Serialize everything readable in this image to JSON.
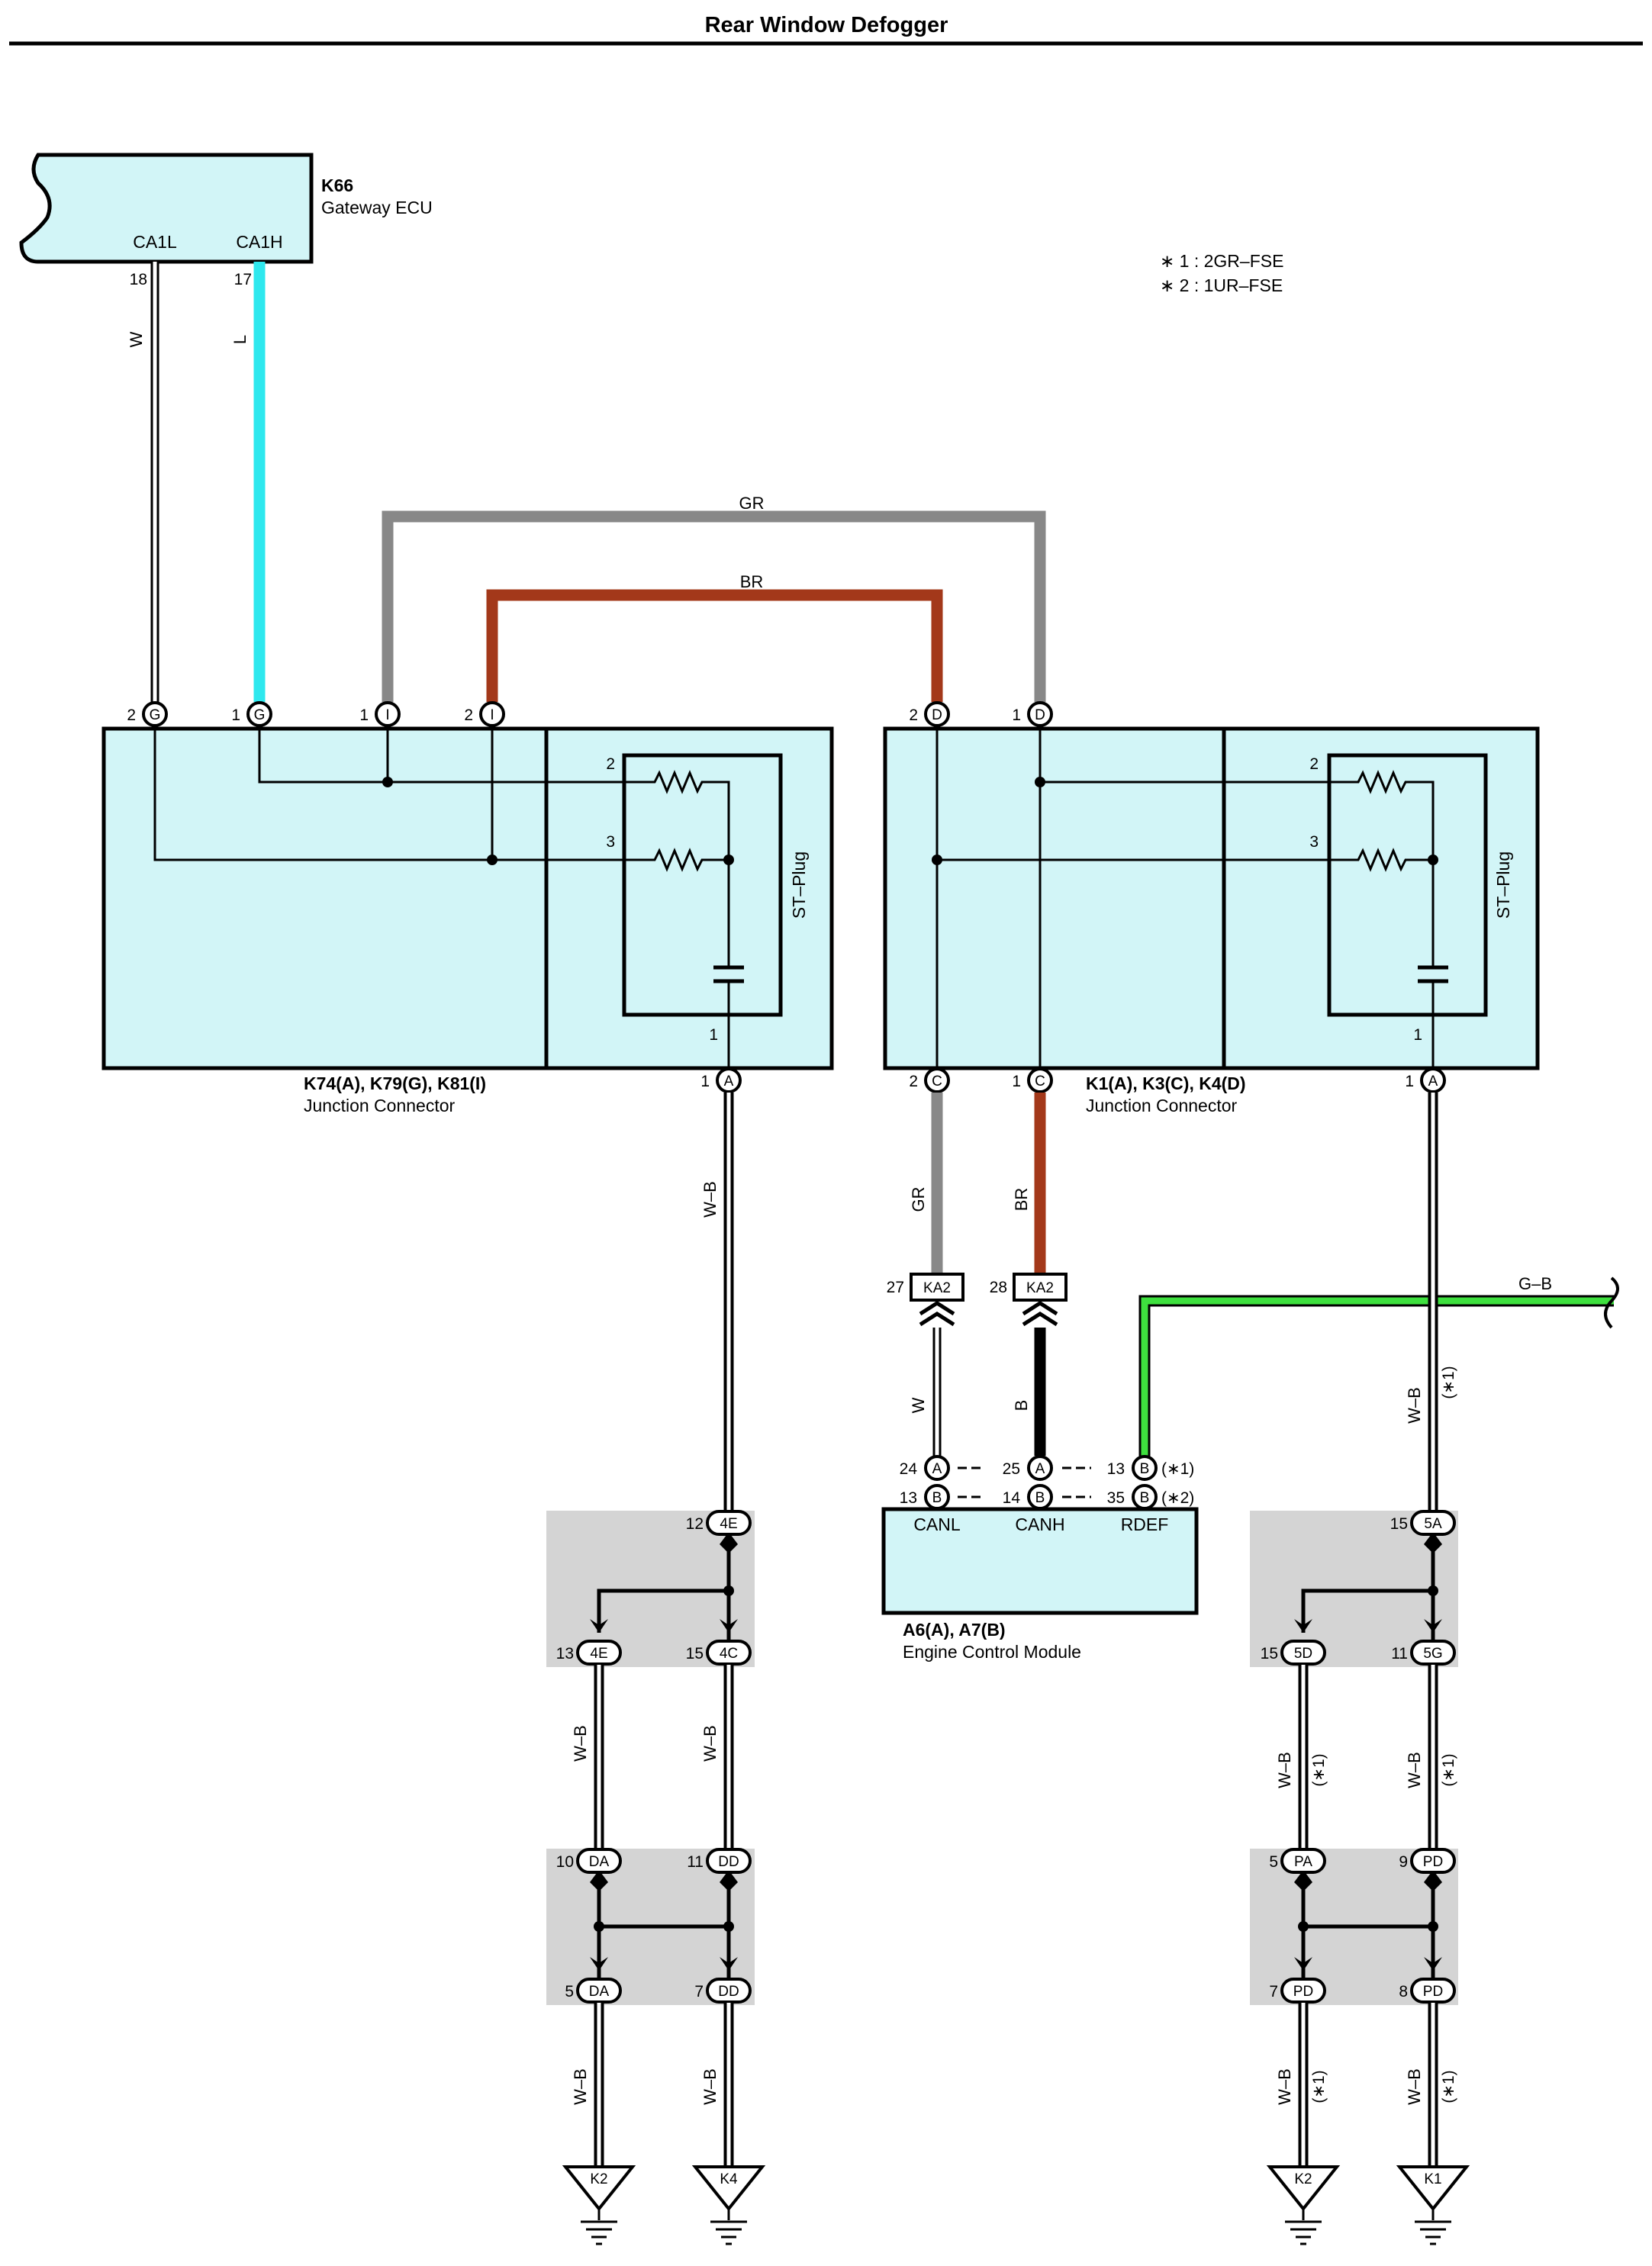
{
  "title": "Rear Window Defogger",
  "colors": {
    "box_fill": "#d2f5f7",
    "splice_fill": "#d4d4d4",
    "wire_L": "#2ee8ee",
    "wire_GR": "#888888",
    "wire_BR": "#a3381a",
    "wire_GB": "#3ee03e",
    "ink": "#000000"
  },
  "notes": [
    "∗ 1 : 2GR–FSE",
    "∗ 2 : 1UR–FSE"
  ],
  "gateway": {
    "code": "K66",
    "name": "Gateway ECU",
    "term1": "CA1L",
    "term2": "CA1H",
    "pin1": "18",
    "pin2": "17",
    "wire1": "W",
    "wire2": "L"
  },
  "top_wires": {
    "gr": "GR",
    "br": "BR"
  },
  "jc_left": {
    "code": "K74(A), K79(G), K81(I)",
    "name": "Junction Connector",
    "stplug": "ST–Plug",
    "pins_top": [
      {
        "num": "2",
        "conn": "G"
      },
      {
        "num": "1",
        "conn": "G"
      },
      {
        "num": "1",
        "conn": "I"
      },
      {
        "num": "2",
        "conn": "I"
      }
    ],
    "inner": [
      "2",
      "3",
      "1"
    ],
    "out": {
      "num": "1",
      "conn": "A"
    }
  },
  "jc_right": {
    "code": "K1(A), K3(C), K4(D)",
    "name": "Junction Connector",
    "stplug": "ST–Plug",
    "pins_top": [
      {
        "num": "2",
        "conn": "D"
      },
      {
        "num": "1",
        "conn": "D"
      }
    ],
    "inner": [
      "2",
      "3",
      "1"
    ],
    "pins_bottom": [
      {
        "num": "2",
        "conn": "C"
      },
      {
        "num": "1",
        "conn": "C"
      },
      {
        "num": "1",
        "conn": "A"
      }
    ]
  },
  "wires": {
    "wb": "W–B",
    "gr": "GR",
    "br": "BR",
    "w": "W",
    "b": "B",
    "gb": "G–B",
    "note1": "(∗1)"
  },
  "ka2": [
    {
      "num": "27",
      "conn": "KA2"
    },
    {
      "num": "28",
      "conn": "KA2"
    }
  ],
  "ecm": {
    "code": "A6(A), A7(B)",
    "name": "Engine Control Module",
    "terms": [
      "CANL",
      "CANH",
      "RDEF"
    ],
    "row1": [
      {
        "num": "24",
        "conn": "A"
      },
      {
        "num": "25",
        "conn": "A"
      },
      {
        "num": "13",
        "conn": "B"
      }
    ],
    "row2": [
      {
        "num": "13",
        "conn": "B"
      },
      {
        "num": "14",
        "conn": "B"
      },
      {
        "num": "35",
        "conn": "B"
      }
    ],
    "note1": "(∗1)",
    "note2": "(∗2)"
  },
  "splices": {
    "l1": [
      {
        "num": "12",
        "conn": "4E"
      },
      {
        "num": "13",
        "conn": "4E"
      },
      {
        "num": "15",
        "conn": "4C"
      }
    ],
    "l2": [
      {
        "num": "10",
        "conn": "DA"
      },
      {
        "num": "11",
        "conn": "DD"
      },
      {
        "num": "5",
        "conn": "DA"
      },
      {
        "num": "7",
        "conn": "DD"
      }
    ],
    "r1": [
      {
        "num": "15",
        "conn": "5A"
      },
      {
        "num": "15",
        "conn": "5D"
      },
      {
        "num": "11",
        "conn": "5G"
      }
    ],
    "r2": [
      {
        "num": "5",
        "conn": "PA"
      },
      {
        "num": "9",
        "conn": "PD"
      },
      {
        "num": "7",
        "conn": "PD"
      },
      {
        "num": "8",
        "conn": "PD"
      }
    ]
  },
  "grounds": [
    "K2",
    "K4",
    "K2",
    "K1"
  ]
}
